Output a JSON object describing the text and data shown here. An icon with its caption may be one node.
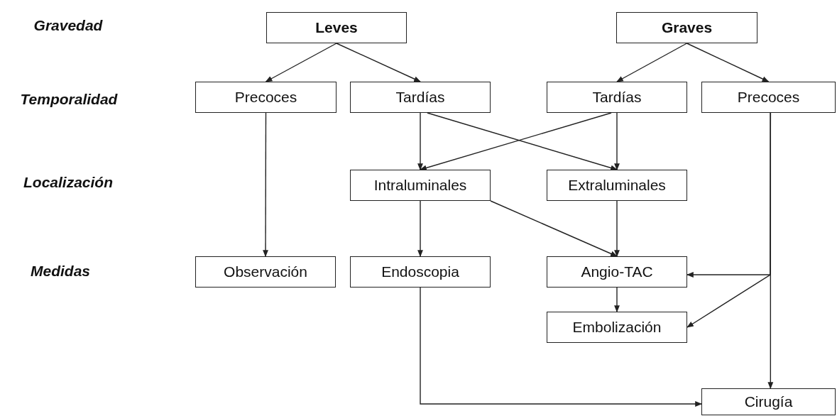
{
  "diagram": {
    "nodes": [
      {
        "text": [
          "Leves"
        ]
      },
      {
        "text": [
          "Graves"
        ]
      },
      {
        "text": [
          "Precoces"
        ]
      },
      {
        "text": [
          "Tardías"
        ]
      },
      {
        "text": [
          "Tardías"
        ]
      },
      {
        "text": [
          "Precoces"
        ]
      },
      {
        "text": [
          "Intraluminales"
        ]
      },
      {
        "text": [
          "Extraluminales"
        ]
      },
      {
        "text": [
          "Observación"
        ]
      },
      {
        "text": [
          "Endoscopia"
        ]
      },
      {
        "text": [
          "Angio-TAC"
        ]
      },
      {
        "text": [
          "Embolización"
        ]
      },
      {
        "text": [
          "Cirugía"
        ]
      }
    ],
    "edges": [
      {
        "from": 0,
        "to": 2,
        "arrow": "to"
      },
      {
        "from": 0,
        "to": 3,
        "arrow": "to"
      },
      {
        "from": 1,
        "to": 4,
        "arrow": "to"
      },
      {
        "from": 1,
        "to": 5,
        "arrow": "to"
      },
      {
        "from": 3,
        "to": 6,
        "arrow": "to"
      },
      {
        "from": 3,
        "to": 7,
        "arrow": "to"
      },
      {
        "from": 4,
        "to": 6,
        "arrow": "to"
      },
      {
        "from": 4,
        "to": 7,
        "arrow": "to"
      },
      {
        "from": 2,
        "to": 8,
        "arrow": "to"
      },
      {
        "from": 6,
        "to": 9,
        "arrow": "to"
      },
      {
        "from": 6,
        "to": 10,
        "arrow": "to"
      },
      {
        "from": 7,
        "to": 10,
        "arrow": "to"
      },
      {
        "from": 10,
        "to": 11,
        "arrow": "to"
      },
      {
        "from": 5,
        "to": 10,
        "arrow": "to"
      },
      {
        "from": 5,
        "to": 11,
        "arrow": "to"
      },
      {
        "from": 5,
        "to": 12,
        "arrow": "to"
      },
      {
        "from": 9,
        "to": 12,
        "arrow": "to"
      }
    ],
    "labels": [
      "Gravedad",
      "Temporalidad",
      "Localización",
      "Medidas"
    ]
  }
}
